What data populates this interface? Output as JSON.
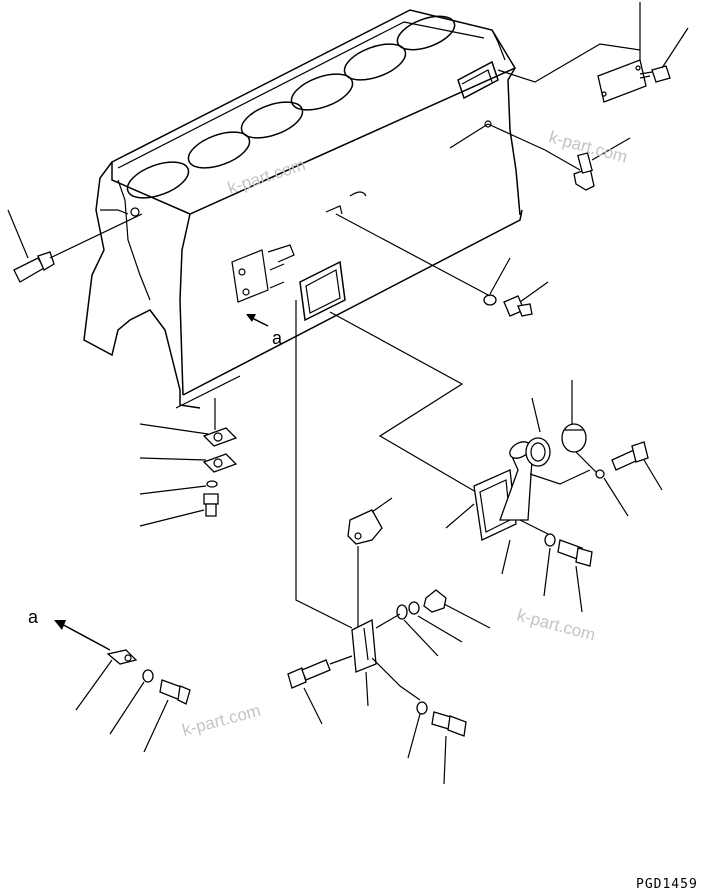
{
  "drawing": {
    "code": "PGD1459",
    "view_label": "a",
    "arrow_label": "a",
    "watermark": "k-part.com"
  }
}
